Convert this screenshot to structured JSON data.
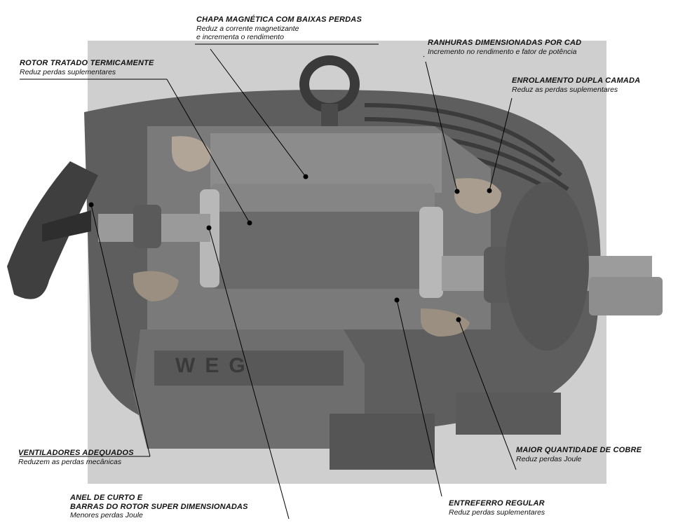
{
  "labels": {
    "chapa": {
      "title": "CHAPA MAGNÉTICA COM BAIXAS PERDAS",
      "desc1": "Reduz a corrente magnetizante",
      "desc2": "e incrementa o rendimento"
    },
    "rotor_tratado": {
      "title": "ROTOR TRATADO TERMICAMENTE",
      "desc": "Reduz perdas suplementares"
    },
    "ranhuras": {
      "title": "RANHURAS DIMENSIONADAS POR CAD",
      "desc": "Incremento no rendimento e fator de potência"
    },
    "enrolamento": {
      "title": "ENROLAMENTO DUPLA CAMADA",
      "desc": "Reduz as perdas suplementares"
    },
    "ventiladores": {
      "title": "VENTILADORES ADEQUADOS",
      "desc": "Reduzem as perdas mecânicas"
    },
    "maior_cobre": {
      "title": "MAIOR QUANTIDADE DE COBRE",
      "desc": "Reduz perdas Joule"
    },
    "anel": {
      "title1": "ANEL DE CURTO E",
      "title2": "BARRAS DO ROTOR SUPER DIMENSIONADAS",
      "desc": "Menores perdas Joule"
    },
    "entreferro": {
      "title": "ENTREFERRO REGULAR",
      "desc": "Reduz perdas suplementares"
    }
  },
  "nameplate": "WEG",
  "colors": {
    "background": "#ffffff",
    "photo_bg": "#c9c9c9",
    "metal_dark": "#4a4a4a",
    "metal_mid": "#7a7a7a",
    "metal_light": "#b5b5b5",
    "copper": "#8a8a8a",
    "leader": "#000000"
  }
}
